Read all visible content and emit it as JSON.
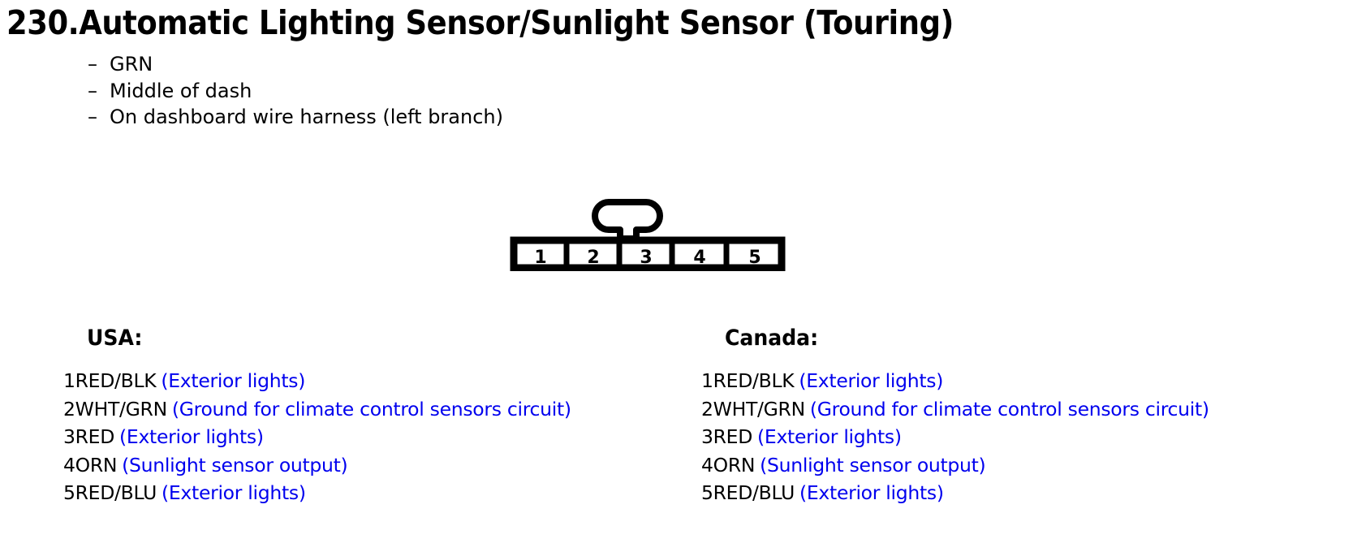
{
  "document": {
    "title": "230.Automatic Lighting Sensor/Sunlight Sensor (Touring)",
    "bullets": [
      {
        "dash": "–",
        "text": "GRN"
      },
      {
        "dash": "–",
        "text": "Middle of dash"
      },
      {
        "dash": "–",
        "text": "On dashboard wire harness (left branch)"
      }
    ]
  },
  "connector": {
    "cavity_count": 5,
    "cavities": [
      "1",
      "2",
      "3",
      "4",
      "5"
    ],
    "latch_position": "top-center",
    "outline_color": "#000000"
  },
  "colors": {
    "wire_code": "#000000",
    "description": "#0000ee",
    "outline": "#000000"
  },
  "regions": [
    {
      "heading": "USA:",
      "pins": [
        {
          "pin": "1",
          "code": "RED/BLK",
          "desc": "(Exterior lights)"
        },
        {
          "pin": "2",
          "code": "WHT/GRN",
          "desc": "(Ground for climate control sensors circuit)"
        },
        {
          "pin": "3",
          "code": "RED",
          "desc": "(Exterior lights)"
        },
        {
          "pin": "4",
          "code": "ORN",
          "desc": "(Sunlight sensor output)"
        },
        {
          "pin": "5",
          "code": "RED/BLU",
          "desc": "(Exterior lights)"
        }
      ]
    },
    {
      "heading": "Canada:",
      "pins": [
        {
          "pin": "1",
          "code": "RED/BLK",
          "desc": "(Exterior lights)"
        },
        {
          "pin": "2",
          "code": "WHT/GRN",
          "desc": "(Ground for climate control sensors circuit)"
        },
        {
          "pin": "3",
          "code": "RED",
          "desc": "(Exterior lights)"
        },
        {
          "pin": "4",
          "code": "ORN",
          "desc": "(Sunlight sensor output)"
        },
        {
          "pin": "5",
          "code": "RED/BLU",
          "desc": "(Exterior lights)"
        }
      ]
    }
  ]
}
